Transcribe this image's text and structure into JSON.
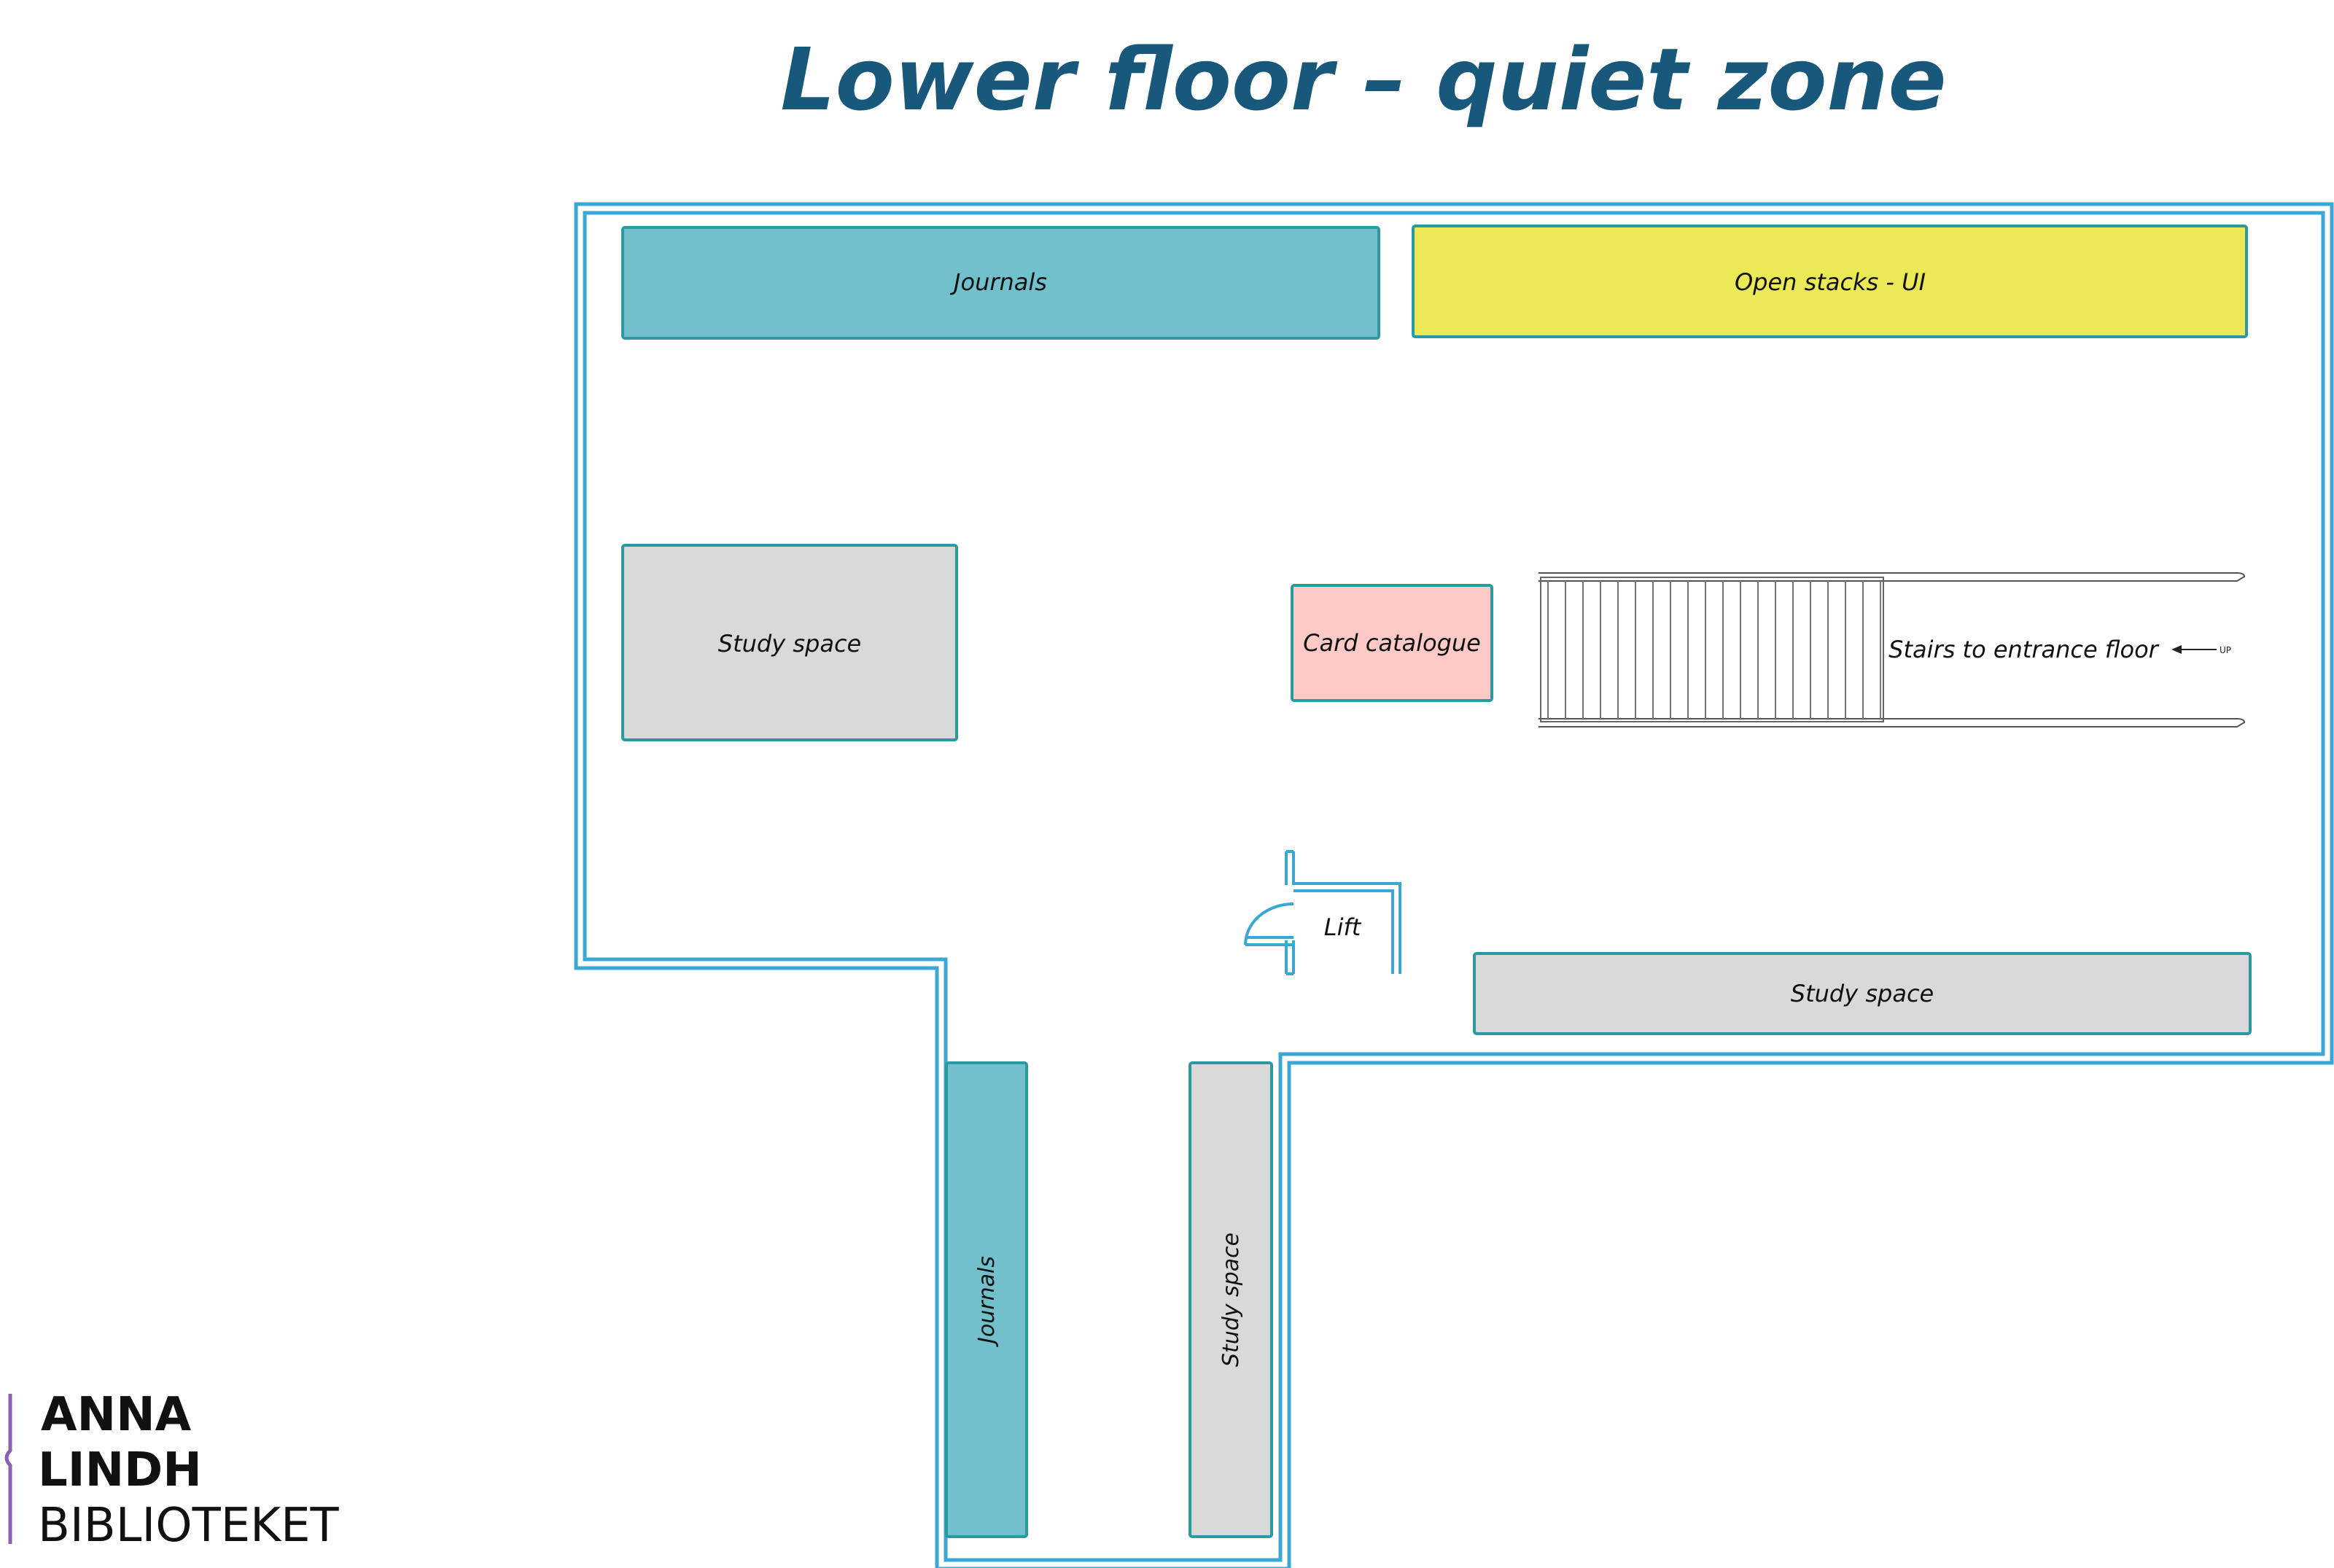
{
  "map": {
    "title": "Lower floor – quiet zone",
    "colors": {
      "wall": "#3aa7d4",
      "journals": "#72c0cc",
      "open_stacks": "#ebe956",
      "study_space": "#d9d9d9",
      "card_catalogue": "#fdcac5",
      "shelf_border": "#2a9aa0",
      "title": "#17587b",
      "logo_bar": "#8b5fb4"
    },
    "zones": {
      "journals_top": "Journals",
      "open_stacks": "Open stacks - UI",
      "study_space_left": "Study space",
      "card_catalogue": "Card catalogue",
      "stairs": "Stairs to entrance floor",
      "stairs_arrow": "UP",
      "lift": "Lift",
      "study_space_right": "Study space",
      "journals_corridor": "Journals",
      "study_space_corridor": "Study space"
    }
  },
  "logo": {
    "line1": "ANNA",
    "line2": "LINDH",
    "line3": "BIBLIOTEKET"
  }
}
